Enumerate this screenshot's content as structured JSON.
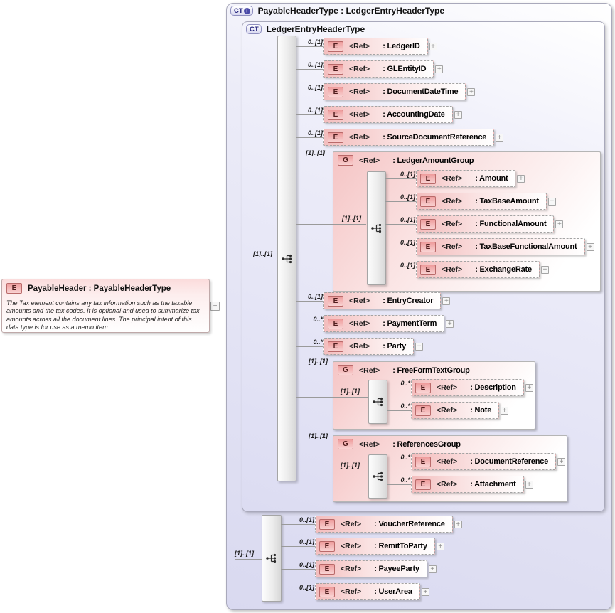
{
  "labels": {
    "ref": "<Ref>",
    "plus": "+",
    "minus": "−"
  },
  "colors": {
    "container_lavender": "#dcdcf2",
    "element_pink": "#f3bdbd",
    "badge_border_red": "#b96a6a",
    "badge_text_blue": "#26267e",
    "line_gray": "#9a9a9a"
  },
  "outer": {
    "badge": "CT",
    "title": "PayableHeaderType : LedgerEntryHeaderType"
  },
  "inner": {
    "badge": "CT",
    "title": "LedgerEntryHeaderType"
  },
  "left_element": {
    "badge": "E",
    "title": "PayableHeader : PayableHeaderType",
    "annotation": "The Tax element contains any tax information such as the taxable amounts and the tax codes.  It is optional and used to summarize tax amounts across all the document lines. The principal intent of this data type is for use as a memo item"
  },
  "main_sequence": {
    "cardinality": "[1]..[1]"
  },
  "bottom_sequence": {
    "cardinality": "[1]..[1]"
  },
  "main_rows": [
    {
      "badge": "E",
      "name": ": LedgerID",
      "cardinality": "0..[1]"
    },
    {
      "badge": "E",
      "name": ": GLEntityID",
      "cardinality": "0..[1]"
    },
    {
      "badge": "E",
      "name": ": DocumentDateTime",
      "cardinality": "0..[1]"
    },
    {
      "badge": "E",
      "name": ": AccountingDate",
      "cardinality": "0..[1]"
    },
    {
      "badge": "E",
      "name": ": SourceDocumentReference",
      "cardinality": "0..[1]"
    },
    {
      "badge": "E",
      "name": ": EntryCreator",
      "cardinality": "0..[1]"
    },
    {
      "badge": "E",
      "name": ": PaymentTerm",
      "cardinality": "0..*"
    },
    {
      "badge": "E",
      "name": ": Party",
      "cardinality": "0..*"
    }
  ],
  "groups": {
    "ledger_amount": {
      "badge": "G",
      "name": ": LedgerAmountGroup",
      "cardinality": "[1]..[1]",
      "seq_cardinality": "[1]..[1]",
      "rows": [
        {
          "badge": "E",
          "name": ": Amount",
          "cardinality": "0..[1]"
        },
        {
          "badge": "E",
          "name": ": TaxBaseAmount",
          "cardinality": "0..[1]"
        },
        {
          "badge": "E",
          "name": ": FunctionalAmount",
          "cardinality": "0..[1]"
        },
        {
          "badge": "E",
          "name": ": TaxBaseFunctionalAmount",
          "cardinality": "0..[1]"
        },
        {
          "badge": "E",
          "name": ": ExchangeRate",
          "cardinality": "0..[1]"
        }
      ]
    },
    "free_form_text": {
      "badge": "G",
      "name": ": FreeFormTextGroup",
      "cardinality": "[1]..[1]",
      "seq_cardinality": "[1]..[1]",
      "rows": [
        {
          "badge": "E",
          "name": ": Description",
          "cardinality": "0..*"
        },
        {
          "badge": "E",
          "name": ": Note",
          "cardinality": "0..*"
        }
      ]
    },
    "references": {
      "badge": "G",
      "name": ": ReferencesGroup",
      "cardinality": "[1]..[1]",
      "seq_cardinality": "[1]..[1]",
      "rows": [
        {
          "badge": "E",
          "name": ": DocumentReference",
          "cardinality": "0..*"
        },
        {
          "badge": "E",
          "name": ": Attachment",
          "cardinality": "0..*"
        }
      ]
    }
  },
  "bottom_rows": [
    {
      "badge": "E",
      "name": ": VoucherReference",
      "cardinality": "0..[1]"
    },
    {
      "badge": "E",
      "name": ": RemitToParty",
      "cardinality": "0..[1]"
    },
    {
      "badge": "E",
      "name": ": PayeeParty",
      "cardinality": "0..[1]"
    },
    {
      "badge": "E",
      "name": ": UserArea",
      "cardinality": "0..[1]"
    }
  ]
}
